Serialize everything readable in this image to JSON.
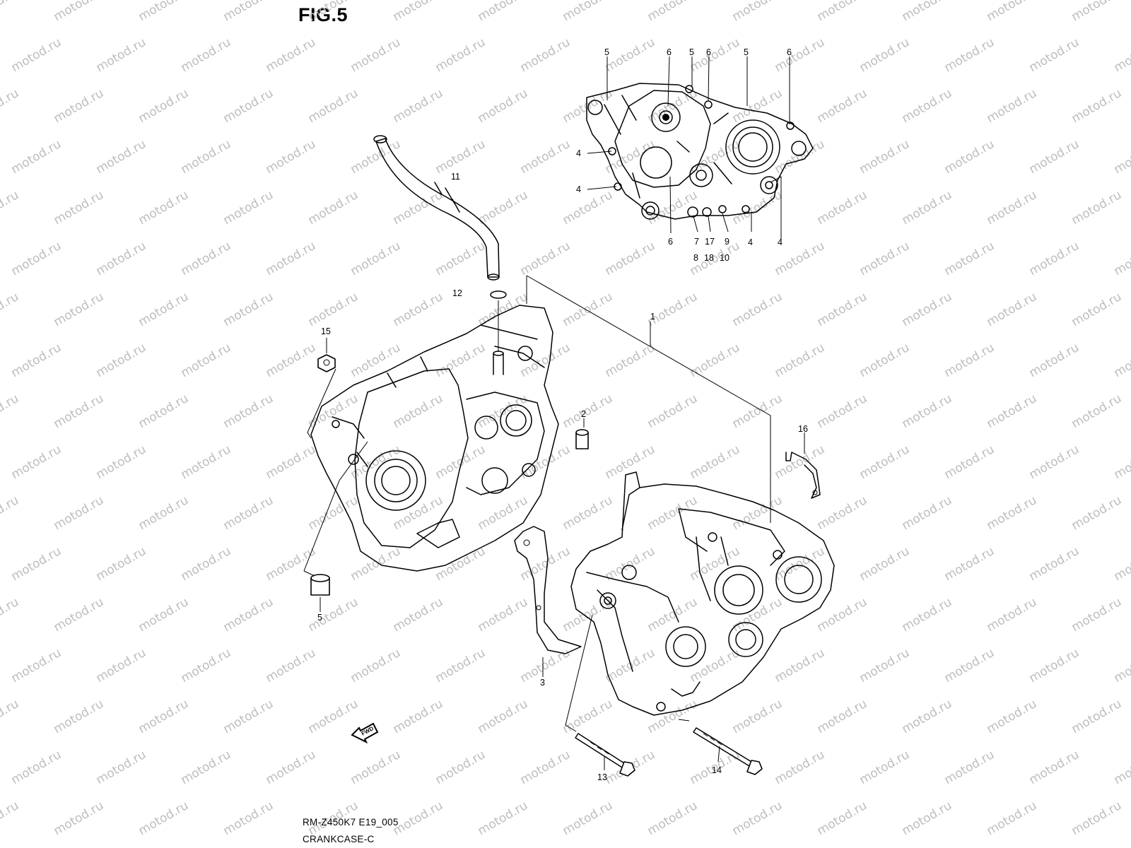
{
  "figure": {
    "title": "FIG.5",
    "code": "RM-Z450K7 E19_005",
    "caption": "CRANKCASE-C"
  },
  "watermark": {
    "text": "motod.ru",
    "color": "#bdbdbd"
  },
  "fwd_label": "FWD",
  "callouts": [
    "1",
    "2",
    "3",
    "4",
    "5",
    "6",
    "7",
    "8",
    "9",
    "10",
    "11",
    "12",
    "13",
    "14",
    "15",
    "16",
    "17",
    "18"
  ]
}
